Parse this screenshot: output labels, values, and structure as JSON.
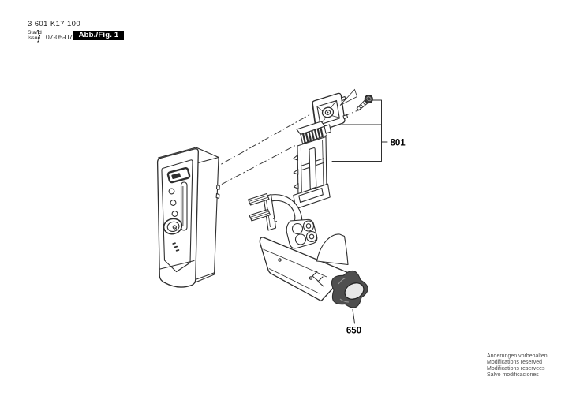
{
  "header": {
    "part_number": "3 601 K17 100",
    "revision": {
      "stand": "Stand",
      "issue": "Issue",
      "brace": "}",
      "date": "07-05-07"
    },
    "figure_badge": "Abb./Fig. 1"
  },
  "diagram": {
    "part_labels": {
      "mount_set": "801",
      "holder": "650"
    }
  },
  "footer": {
    "lines": [
      "Änderungen vorbehalten",
      "Modifications reserved",
      "Modifications reservees",
      "Salvo modificaciones"
    ]
  },
  "colors": {
    "line": "#2e2e2e",
    "badge_bg": "#000000",
    "badge_text": "#ffffff",
    "knob_fill": "#4f4f4f",
    "paper": "#ffffff"
  }
}
